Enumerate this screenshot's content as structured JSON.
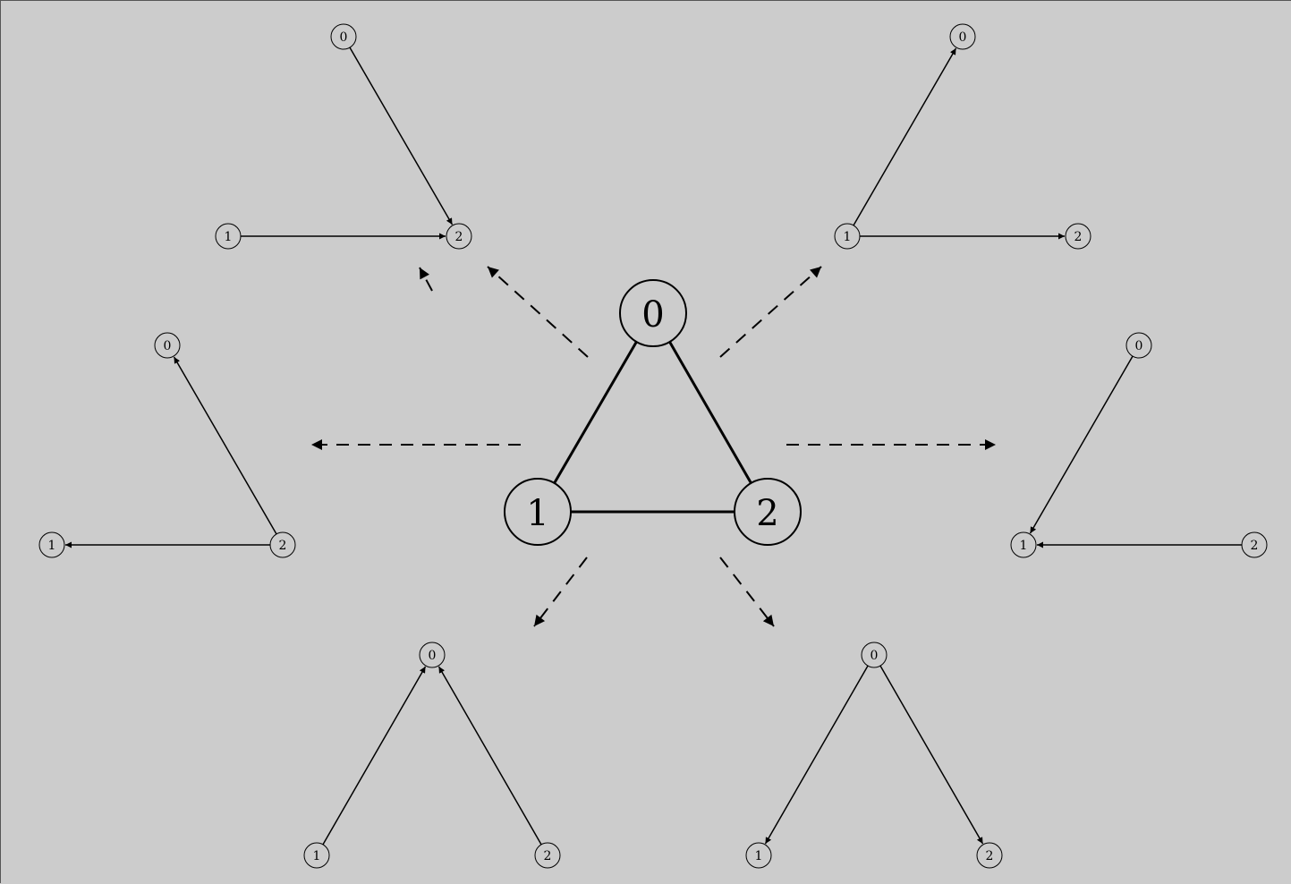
{
  "colors": {
    "background": "#cccccc",
    "ink": "#000000"
  },
  "center_graph": {
    "nodes": [
      {
        "id": "n0",
        "label": "0"
      },
      {
        "id": "n1",
        "label": "1"
      },
      {
        "id": "n2",
        "label": "2"
      }
    ],
    "edges": [
      {
        "from": "0",
        "to": "1"
      },
      {
        "from": "0",
        "to": "2"
      },
      {
        "from": "1",
        "to": "2"
      }
    ]
  },
  "orientations": [
    {
      "name": "top-left",
      "nodes": [
        "0",
        "1",
        "2"
      ],
      "arcs": [
        {
          "from": "0",
          "to": "2"
        },
        {
          "from": "1",
          "to": "2"
        }
      ]
    },
    {
      "name": "top-right",
      "nodes": [
        "0",
        "1",
        "2"
      ],
      "arcs": [
        {
          "from": "1",
          "to": "0"
        },
        {
          "from": "1",
          "to": "2"
        }
      ]
    },
    {
      "name": "middle-left",
      "nodes": [
        "0",
        "1",
        "2"
      ],
      "arcs": [
        {
          "from": "2",
          "to": "0"
        },
        {
          "from": "2",
          "to": "1"
        }
      ]
    },
    {
      "name": "middle-right",
      "nodes": [
        "0",
        "1",
        "2"
      ],
      "arcs": [
        {
          "from": "0",
          "to": "1"
        },
        {
          "from": "2",
          "to": "1"
        }
      ]
    },
    {
      "name": "bottom-left",
      "nodes": [
        "0",
        "1",
        "2"
      ],
      "arcs": [
        {
          "from": "1",
          "to": "0"
        },
        {
          "from": "2",
          "to": "0"
        }
      ]
    },
    {
      "name": "bottom-right",
      "nodes": [
        "0",
        "1",
        "2"
      ],
      "arcs": [
        {
          "from": "0",
          "to": "1"
        },
        {
          "from": "0",
          "to": "2"
        }
      ]
    }
  ]
}
